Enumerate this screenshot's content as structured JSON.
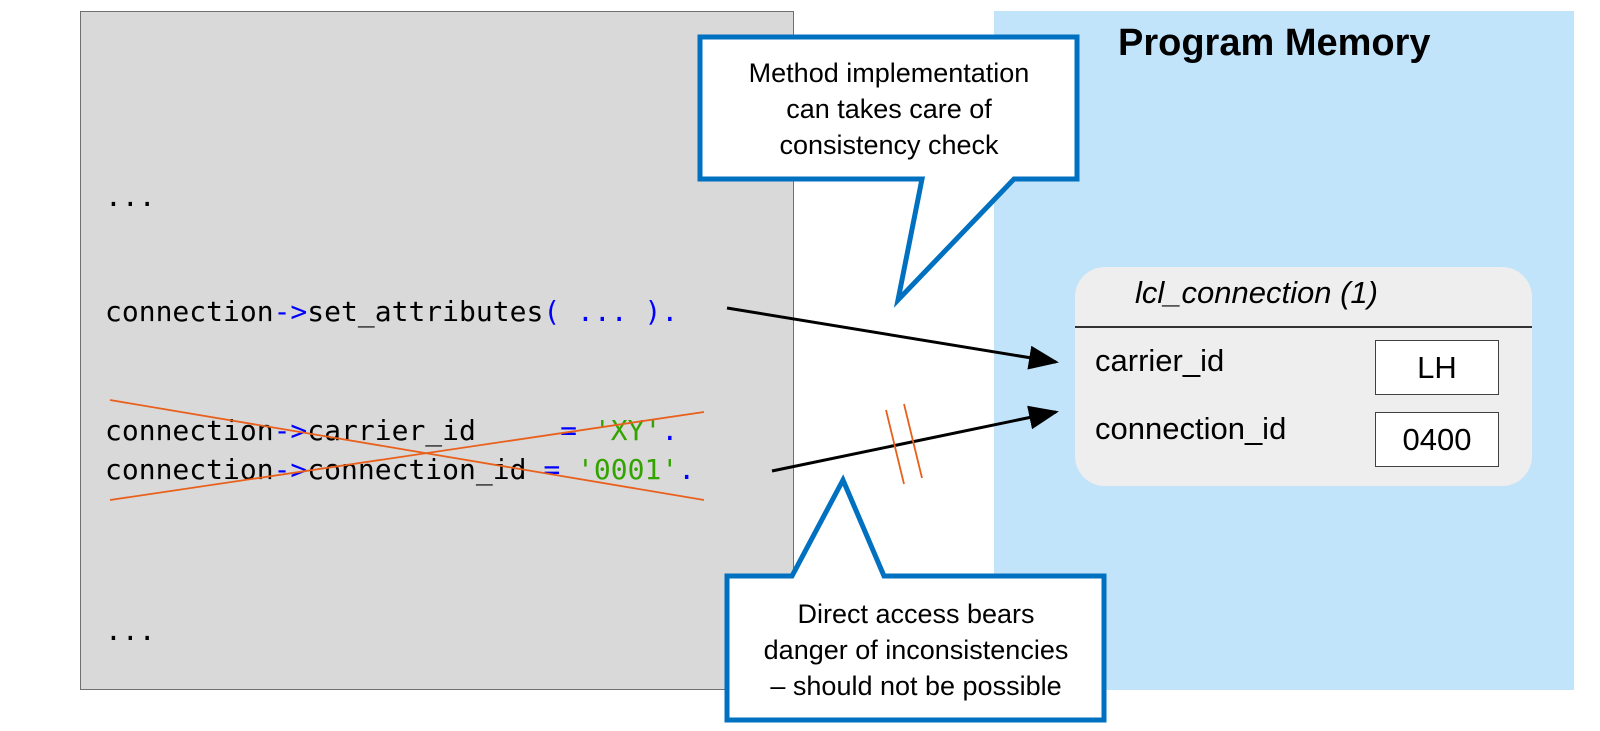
{
  "code": {
    "ellipsis_top": "...",
    "call_object": "connection",
    "call_arrow": "->",
    "call_method": "set_attributes",
    "call_args": "( ... ).",
    "line1_object": "connection",
    "line1_arrow": "->",
    "line1_attr": "carrier_id     ",
    "line1_eq": "=",
    "line1_value": "'XY'",
    "line1_end": ".",
    "line2_object": "connection",
    "line2_arrow": "->",
    "line2_attr": "connection_id ",
    "line2_eq": "=",
    "line2_value": "'0001'",
    "line2_end": ".",
    "ellipsis_bottom": "..."
  },
  "memory": {
    "title": "Program Memory",
    "object": {
      "name": "lcl_connection (1)",
      "attributes": [
        {
          "name": "carrier_id",
          "value": "LH"
        },
        {
          "name": "connection_id",
          "value": "0400"
        }
      ]
    }
  },
  "callouts": {
    "top": [
      "Method implementation",
      "can takes care of",
      "consistency check"
    ],
    "bottom": [
      "Direct access bears",
      "danger of inconsistencies",
      "– should not be possible"
    ]
  },
  "colors": {
    "code_panel": "#d9d9d9",
    "memory_panel": "#c2e4fb",
    "callout_border": "#0070c0",
    "strike": "#e8601c",
    "keyword_blue": "#0000ff",
    "string_green": "#33a300"
  }
}
